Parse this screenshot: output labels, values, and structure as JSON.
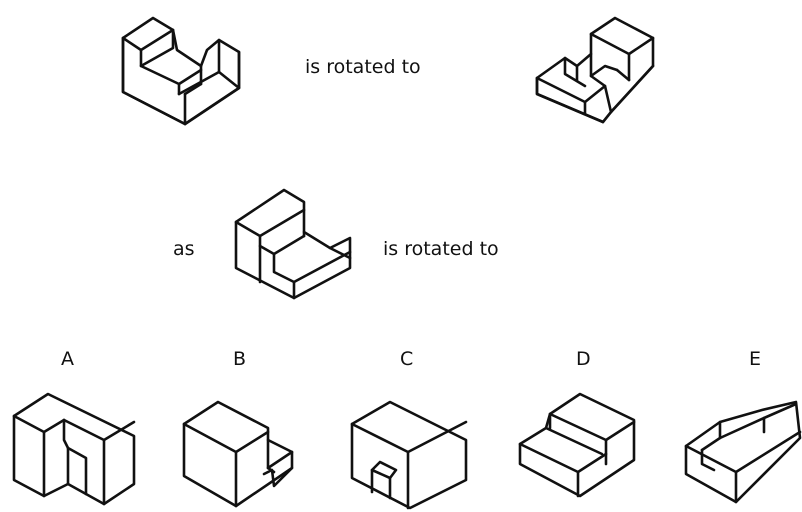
{
  "statement": {
    "phrase_1": "is rotated to",
    "phrase_2": "as",
    "phrase_3": "is rotated to"
  },
  "options": [
    {
      "label": "A"
    },
    {
      "label": "B"
    },
    {
      "label": "C"
    },
    {
      "label": "D"
    },
    {
      "label": "E"
    }
  ]
}
